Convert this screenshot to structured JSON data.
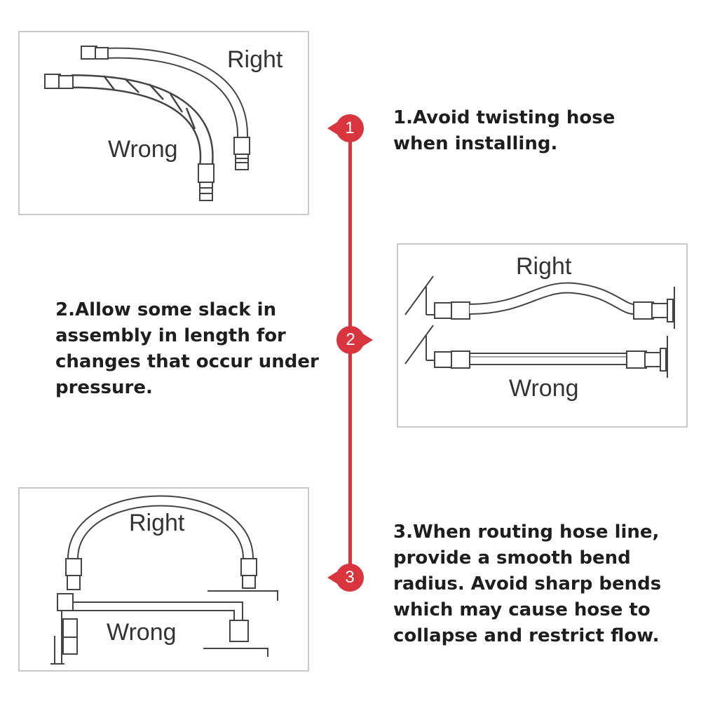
{
  "colors": {
    "accent": "#d9353e",
    "panel_border": "#c9c9c9",
    "line_art": "#444444"
  },
  "steps": [
    {
      "number": "1",
      "text_lines": [
        "1.Avoid twisting hose",
        "when installing."
      ]
    },
    {
      "number": "2",
      "text_lines": [
        "2.Allow some slack in",
        "assembly in length for",
        "changes that occur under",
        "pressure."
      ]
    },
    {
      "number": "3",
      "text_lines": [
        "3.When routing hose line,",
        "provide a smooth bend",
        "radius. Avoid sharp bends",
        "which may cause hose to",
        "collapse and restrict flow."
      ]
    }
  ],
  "diagrams": [
    {
      "right_label": "Right",
      "wrong_label": "Wrong"
    },
    {
      "right_label": "Right",
      "wrong_label": "Wrong"
    },
    {
      "right_label": "Right",
      "wrong_label": "Wrong"
    }
  ]
}
